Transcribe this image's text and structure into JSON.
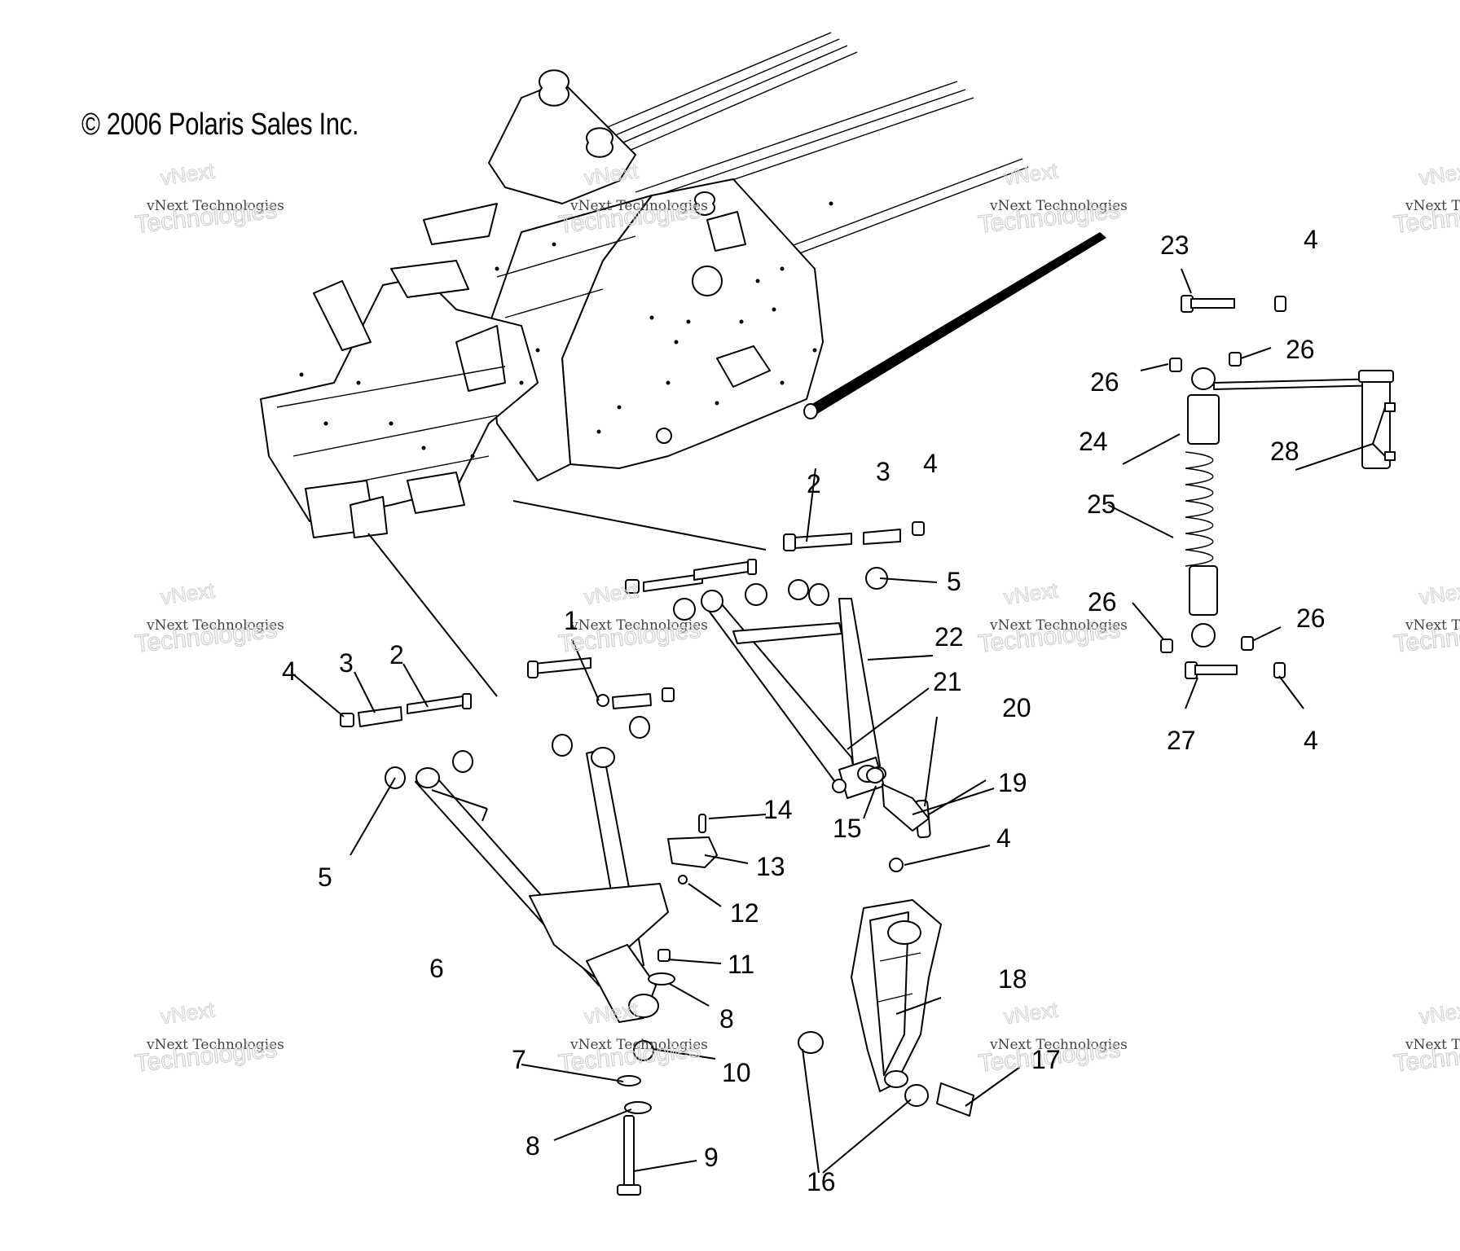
{
  "copyright": "© 2006 Polaris Sales Inc.",
  "watermark": {
    "line1": "vNext",
    "line2": "vNext Technologies",
    "line3": "Technologies"
  },
  "callouts": [
    {
      "id": "c1",
      "text": "1"
    },
    {
      "id": "c2a",
      "text": "2"
    },
    {
      "id": "c2b",
      "text": "2"
    },
    {
      "id": "c3a",
      "text": "3"
    },
    {
      "id": "c3b",
      "text": "3"
    },
    {
      "id": "c4a",
      "text": "4"
    },
    {
      "id": "c4b",
      "text": "4"
    },
    {
      "id": "c4c",
      "text": "4"
    },
    {
      "id": "c4d",
      "text": "4"
    },
    {
      "id": "c4e",
      "text": "4"
    },
    {
      "id": "c5a",
      "text": "5"
    },
    {
      "id": "c5b",
      "text": "5"
    },
    {
      "id": "c6",
      "text": "6"
    },
    {
      "id": "c7",
      "text": "7"
    },
    {
      "id": "c8a",
      "text": "8"
    },
    {
      "id": "c8b",
      "text": "8"
    },
    {
      "id": "c9",
      "text": "9"
    },
    {
      "id": "c10",
      "text": "10"
    },
    {
      "id": "c11",
      "text": "11"
    },
    {
      "id": "c12",
      "text": "12"
    },
    {
      "id": "c13",
      "text": "13"
    },
    {
      "id": "c14",
      "text": "14"
    },
    {
      "id": "c15",
      "text": "15"
    },
    {
      "id": "c16",
      "text": "16"
    },
    {
      "id": "c17",
      "text": "17"
    },
    {
      "id": "c18",
      "text": "18"
    },
    {
      "id": "c19",
      "text": "19"
    },
    {
      "id": "c20",
      "text": "20"
    },
    {
      "id": "c21",
      "text": "21"
    },
    {
      "id": "c22",
      "text": "22"
    },
    {
      "id": "c23",
      "text": "23"
    },
    {
      "id": "c24",
      "text": "24"
    },
    {
      "id": "c25",
      "text": "25"
    },
    {
      "id": "c26a",
      "text": "26"
    },
    {
      "id": "c26b",
      "text": "26"
    },
    {
      "id": "c26c",
      "text": "26"
    },
    {
      "id": "c26d",
      "text": "26"
    },
    {
      "id": "c27",
      "text": "27"
    },
    {
      "id": "c28",
      "text": "28"
    }
  ]
}
